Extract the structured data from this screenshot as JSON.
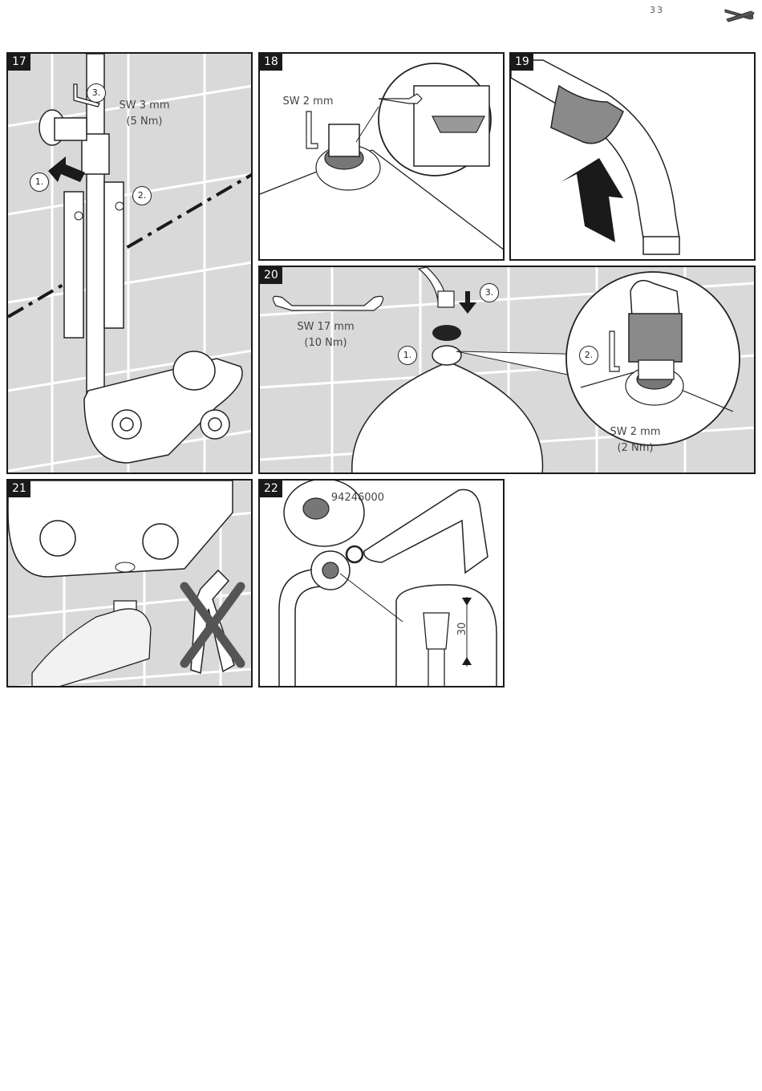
{
  "header": {
    "page_number": "33",
    "icon": "wrench-screwdriver-icon"
  },
  "panels": [
    {
      "step": "17",
      "tool_line1": "SW 3 mm",
      "tool_line2": "(5 Nm)",
      "steps": [
        "1.",
        "2.",
        "3."
      ]
    },
    {
      "step": "18",
      "tool_line1": "SW 2 mm"
    },
    {
      "step": "19"
    },
    {
      "step": "20",
      "wrench_line1": "SW 17 mm",
      "wrench_line2": "(10 Nm)",
      "detail_line1": "SW 2 mm",
      "detail_line2": "(2 Nm)",
      "steps": [
        "1.",
        "2.",
        "3."
      ]
    },
    {
      "step": "21"
    },
    {
      "step": "22",
      "part_number": "94246000",
      "dimension": "30"
    }
  ],
  "colors": {
    "frame": "#1a1a1a",
    "tile_fill": "#d9d9d9",
    "part_fill": "#ffffff",
    "sleeve_fill": "#8a8a8a"
  }
}
